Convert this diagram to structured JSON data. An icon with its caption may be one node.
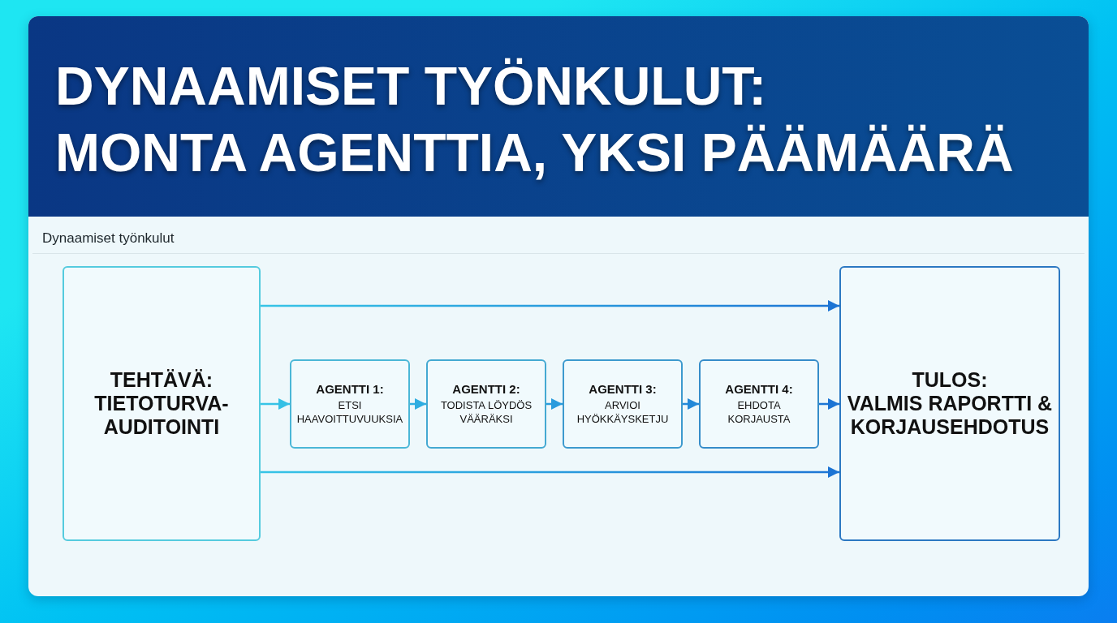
{
  "diagram": {
    "title": "DYNAAMISET TYÖNKULUT: MONTA AGENTTIA, YKSI PÄÄMÄÄRÄ",
    "nodes": [
      {
        "text": [
          "TEHTÄVÄ:",
          "TIETOTURVA-AUDITOINTI"
        ]
      },
      {
        "text": [
          "AGENTTI 1:",
          "ETSI HAAVOITTUVUUKSIA"
        ]
      },
      {
        "text": [
          "AGENTTI 2:",
          "TODISTA LÖYDÖS VÄÄRÄKSI"
        ]
      },
      {
        "text": [
          "AGENTTI 3:",
          "ARVIOI HYÖKKÄYSKETJU"
        ]
      },
      {
        "text": [
          "AGENTTI 4:",
          "EHDOTA KORJAUSTA"
        ]
      },
      {
        "text": [
          "TULOS:",
          "VALMIS RAPORTTI & KORJAUSEHDOTUS"
        ]
      }
    ],
    "edges": [
      {
        "from": 0,
        "to": 5,
        "arrow": "to"
      },
      {
        "from": 0,
        "to": 1,
        "arrow": "to"
      },
      {
        "from": 1,
        "to": 2,
        "arrow": "to"
      },
      {
        "from": 2,
        "to": 3,
        "arrow": "to"
      },
      {
        "from": 3,
        "to": 4,
        "arrow": "to"
      },
      {
        "from": 4,
        "to": 5,
        "arrow": "to"
      },
      {
        "from": 0,
        "to": 5,
        "arrow": "to"
      }
    ],
    "labels": [
      "Dynaamiset työnkulut"
    ]
  }
}
